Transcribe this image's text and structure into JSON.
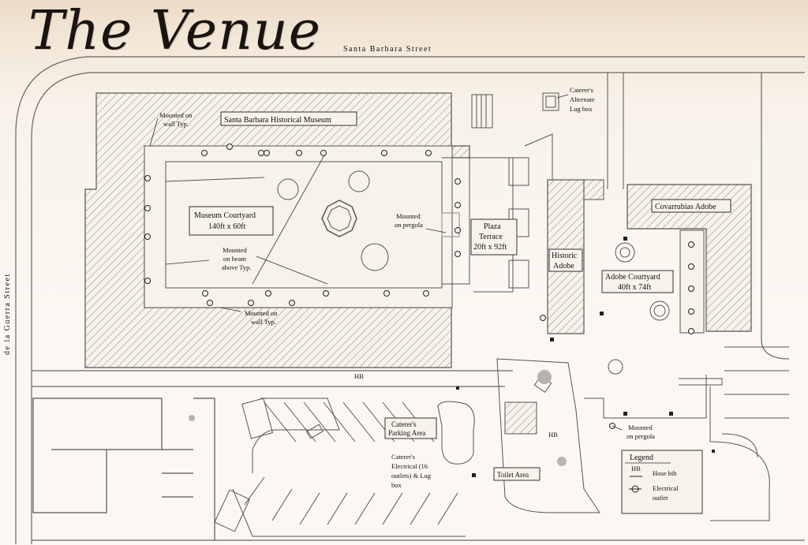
{
  "title": "The Venue",
  "streets": {
    "top": "Santa Barbara Street",
    "left": "de la Guerra Street"
  },
  "buildings": {
    "museum": "Santa Barbara Historical Museum",
    "covarrubias": "Covarrubias Adobe",
    "historic_adobe": [
      "Historic",
      "Adobe"
    ]
  },
  "spaces": {
    "museum_courtyard": [
      "Museum Courtyard",
      "140ft x 60ft"
    ],
    "plaza_terrace": [
      "Plaza",
      "Terrace",
      "20ft x 92ft"
    ],
    "adobe_courtyard": [
      "Adobe Courtyard",
      "40ft x 74ft"
    ],
    "parking": [
      "Caterer's",
      "Parking Area"
    ],
    "toilet": "Toilet Area"
  },
  "notes": {
    "mounted_wall_top": [
      "Mounted on",
      "wall Typ."
    ],
    "mounted_wall_bottom": [
      "Mounted on",
      "wall Typ."
    ],
    "mounted_beam": [
      "Mounted",
      "on beam",
      "above Typ."
    ],
    "mounted_pergola_1": [
      "Mounted",
      "on pergola"
    ],
    "mounted_pergola_2": [
      "Mounted",
      "on pergola"
    ],
    "alt_lug": [
      "Caterer's",
      "Alternate",
      "Lug box"
    ],
    "electrical": [
      "Caterer's",
      "Electrical (16",
      "outlets) & Lug",
      "box"
    ],
    "hb1": "HB",
    "hb2": "HB"
  },
  "legend": {
    "title": "Legend",
    "items": [
      {
        "symbol": "HB",
        "label": "Hose bib"
      },
      {
        "symbol": "outlet",
        "label": [
          "Electrical",
          "outlet"
        ]
      }
    ]
  }
}
